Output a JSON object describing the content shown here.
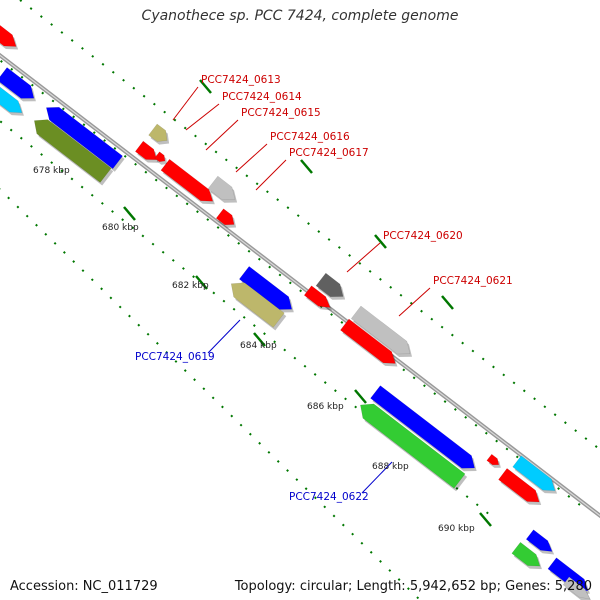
{
  "title": "Cyanothece sp. PCC 7424, complete genome",
  "footer": {
    "accession_label": "Accession:",
    "accession": "NC_011729",
    "topology_label": "Topology:",
    "topology": "circular",
    "length_label": "Length:",
    "length": "5,942,652 bp",
    "genes_label": "Genes:",
    "genes": "5,280"
  },
  "colors": {
    "red": "#ff0000",
    "blue": "#0000ff",
    "olive": "#6b8e23",
    "khaki": "#bdb76b",
    "gray": "#c0c0c0",
    "darkgray": "#606060",
    "cyan": "#00ccff",
    "green": "#33cc33",
    "backbone": "#999999",
    "tick": "#007700",
    "label_red": "#cc0000",
    "label_blue": "#0000cc"
  },
  "scale_labels": [
    "678 kbp",
    "680 kbp",
    "682 kbp",
    "684 kbp",
    "686 kbp",
    "688 kbp",
    "690 kbp"
  ],
  "forward_gene_labels": [
    "PCC7424_0613",
    "PCC7424_0614",
    "PCC7424_0615",
    "PCC7424_0616",
    "PCC7424_0617",
    "PCC7424_0620",
    "PCC7424_0621"
  ],
  "reverse_gene_labels": [
    "PCC7424_0619",
    "PCC7424_0622"
  ]
}
